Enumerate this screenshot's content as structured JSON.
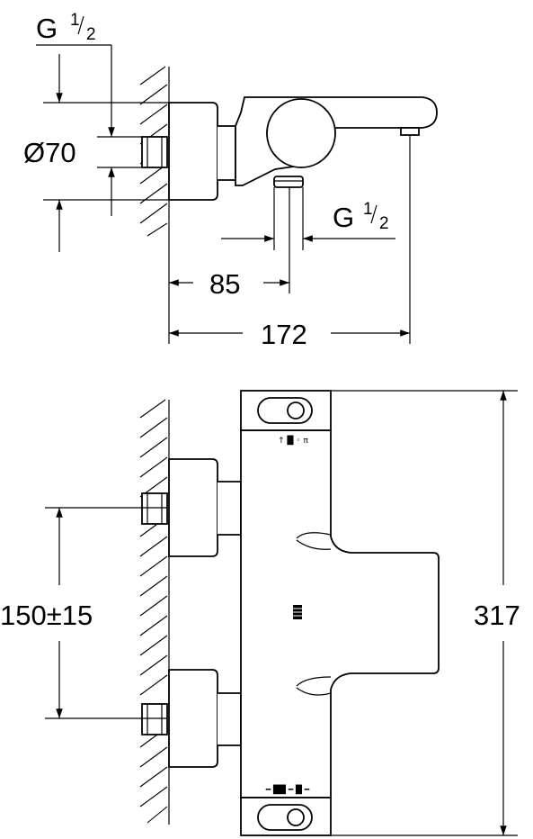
{
  "top_view": {
    "inlet_thread": {
      "main": "G",
      "num": "1",
      "den": "2"
    },
    "outlet_thread": {
      "main": "G",
      "num": "1",
      "den": "2"
    },
    "diameter": "Ø70",
    "depth_outlet": "85",
    "depth_total": "172"
  },
  "front_view": {
    "center_distance": "150±15",
    "height": "317",
    "top_label": "↑ █ ◦ π",
    "bottom_label": "━ ██ ━ █ ━"
  }
}
